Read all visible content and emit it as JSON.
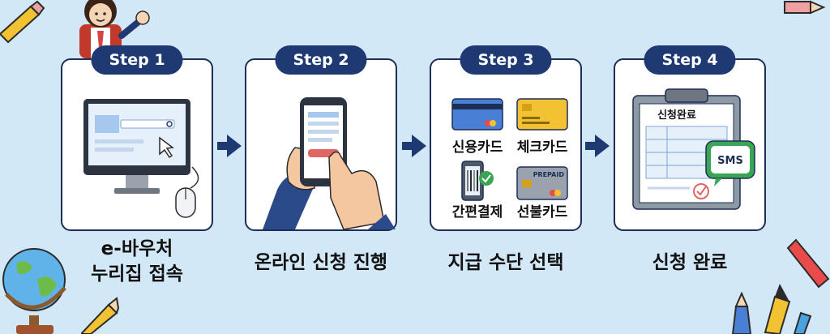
{
  "steps": [
    {
      "badge": "Step 1",
      "caption_line1": "e-바우처",
      "caption_line2": "누리집 접속"
    },
    {
      "badge": "Step 2",
      "caption_line1": "온라인 신청 진행"
    },
    {
      "badge": "Step 3",
      "caption_line1": "지급 수단 선택",
      "options": [
        "신용카드",
        "체크카드",
        "간편결제",
        "선불카드"
      ],
      "prepaid_label": "PREPAID"
    },
    {
      "badge": "Step 4",
      "caption_line1": "신청 완료",
      "doc_title": "신청완료",
      "sms_label": "SMS"
    }
  ],
  "colors": {
    "background": "#d3e8f7",
    "badge": "#1f3a73",
    "card_border": "#1d2f55",
    "arrow": "#1f3a73"
  },
  "icons": [
    "student-waving-icon",
    "computer-monitor-icon",
    "mouse-icon",
    "smartphone-hand-icon",
    "credit-card-icon",
    "check-card-icon",
    "mobile-pay-icon",
    "prepaid-card-icon",
    "clipboard-document-icon",
    "sms-bubble-icon",
    "globe-icon",
    "pencil-icon"
  ]
}
